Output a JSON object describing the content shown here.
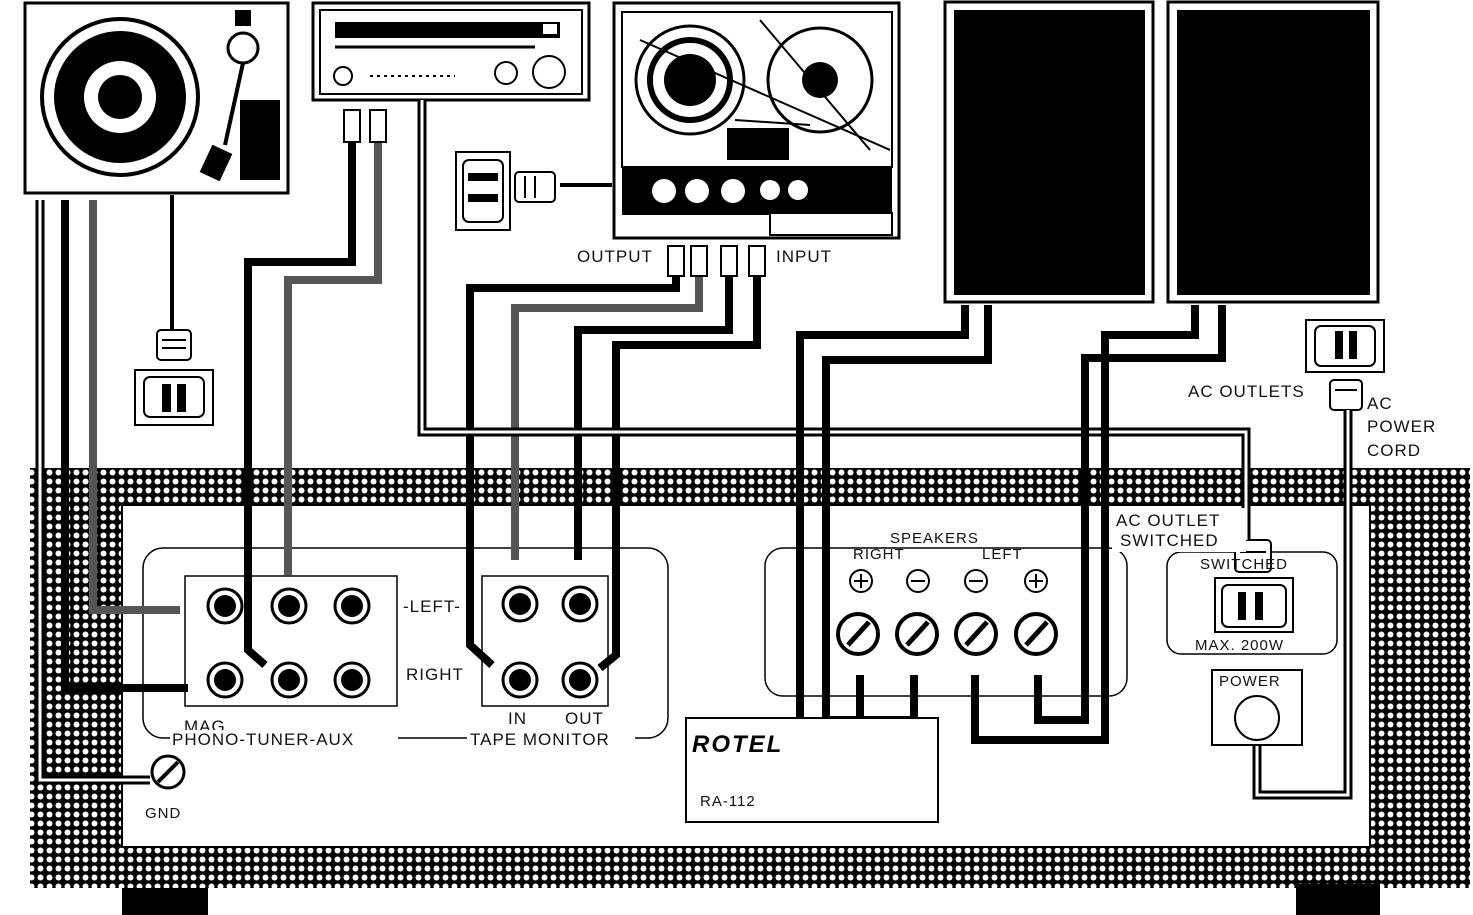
{
  "labels": {
    "output": "OUTPUT",
    "input": "INPUT",
    "ac_outlets": "AC OUTLETS",
    "ac_power_cord": [
      "AC",
      "POWER",
      "CORD"
    ],
    "ac_outlet_switched": [
      "AC OUTLET",
      "SWITCHED"
    ],
    "switched": "SWITCHED",
    "max_power": "MAX. 200W",
    "power": "POWER",
    "speakers": "SPEAKERS",
    "right": "RIGHT",
    "left": "LEFT",
    "left_row": "-LEFT-",
    "right_row": "RIGHT",
    "mag": "MAG",
    "phono_tuner_aux": "PHONO-TUNER-AUX",
    "in": "IN",
    "out": "OUT",
    "tape_monitor": "TAPE MONITOR",
    "gnd": "GND",
    "brand": "ROTEL",
    "model": "RA-112"
  },
  "colors": {
    "ink": "#000000",
    "paper": "#ffffff",
    "gray_cable": "#555555"
  },
  "icons": [
    "turntable-icon",
    "tuner-icon",
    "tape-deck-icon",
    "speaker-icon",
    "wall-outlet-icon",
    "plug-icon",
    "rca-jack-icon",
    "terminal-screw-icon",
    "power-knob-icon"
  ]
}
